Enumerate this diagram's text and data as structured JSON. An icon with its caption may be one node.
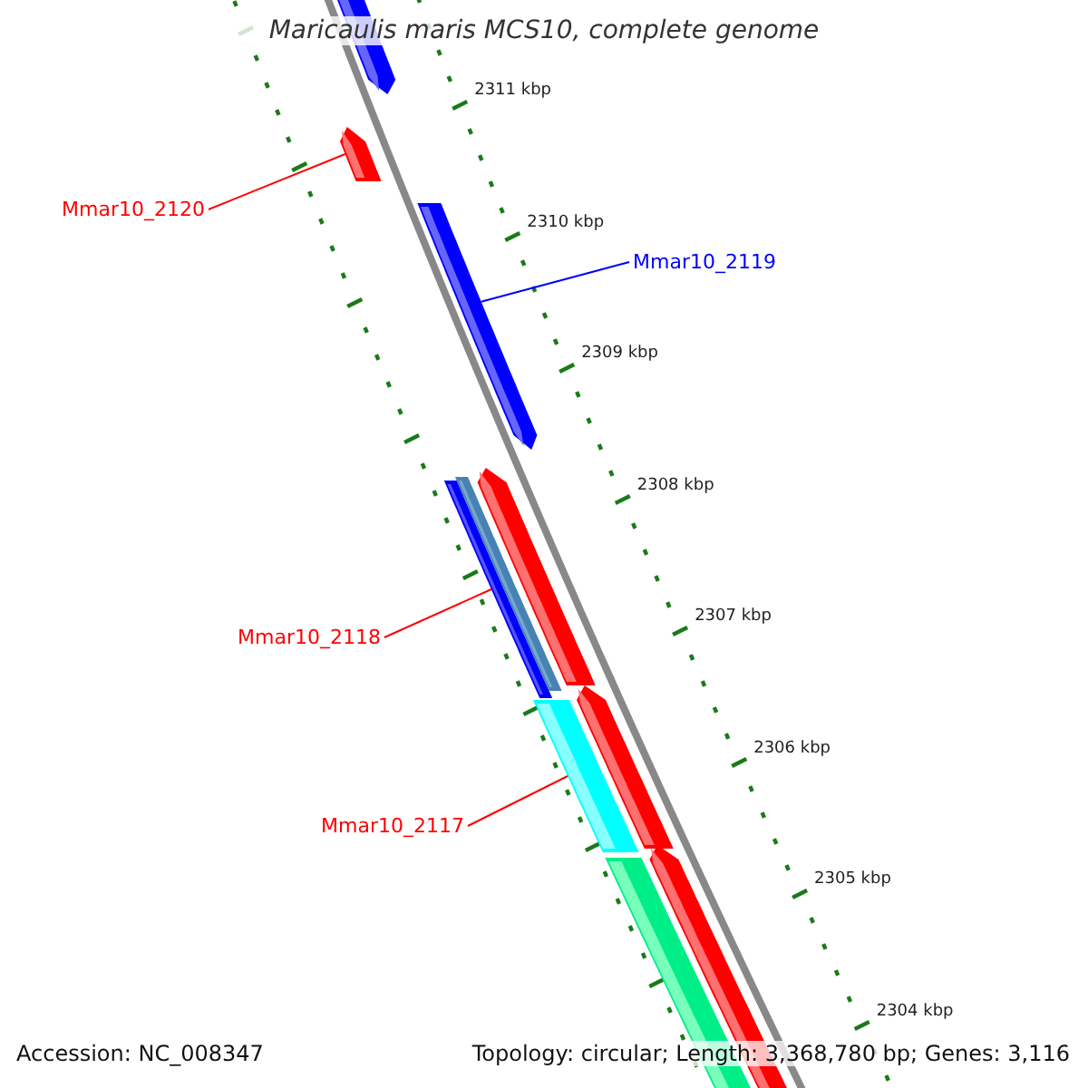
{
  "diagram": {
    "title": "Maricaulis maris MCS10, complete genome",
    "nodes": [
      {
        "text": [
          "Mmar10_2120"
        ]
      },
      {
        "text": [],
        "shape": "bar"
      },
      {
        "text": [
          "Mmar10_2119"
        ]
      },
      {
        "text": [],
        "shape": "bar"
      },
      {
        "text": [
          "Mmar10_2118"
        ]
      },
      {
        "text": [],
        "shape": "bar"
      },
      {
        "text": [
          "Mmar10_2117"
        ]
      },
      {
        "text": [],
        "shape": "bar"
      }
    ],
    "edges": [
      {
        "from": 0,
        "to": 1,
        "arrow": "none"
      },
      {
        "from": 2,
        "to": 3,
        "arrow": "none",
        "color": "#0000ff"
      },
      {
        "from": 4,
        "to": 5,
        "arrow": "none"
      },
      {
        "from": 6,
        "to": 7,
        "arrow": "none"
      }
    ],
    "labels": [
      "2311 kbp",
      "2310 kbp",
      "2309 kbp",
      "2308 kbp",
      "2307 kbp",
      "2306 kbp",
      "2305 kbp",
      "2304 kbp",
      "Accession: NC_008347",
      "Topology: circular; Length: 3,368,780 bp; Genes: 3,116"
    ]
  }
}
